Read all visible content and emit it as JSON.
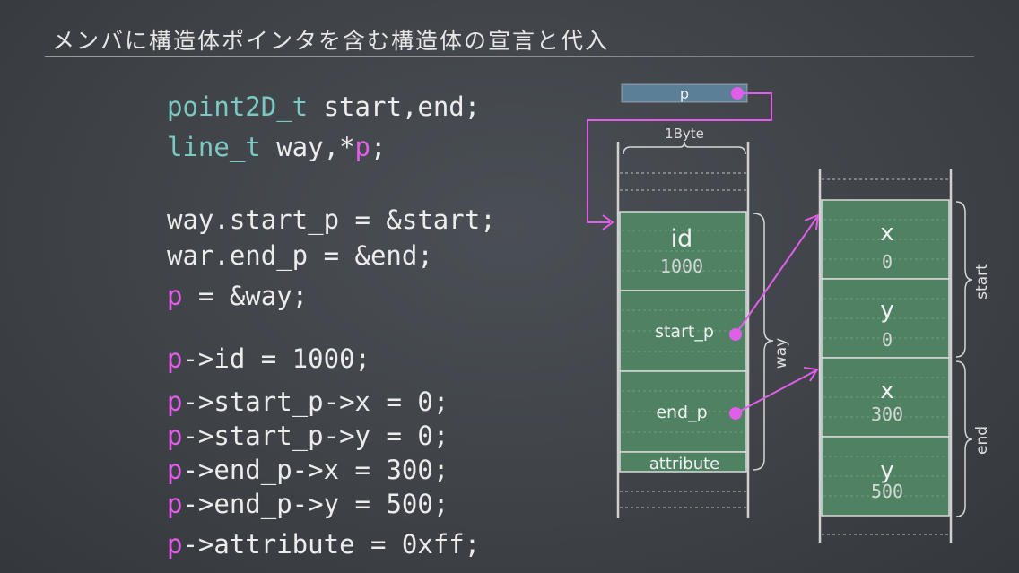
{
  "title": "メンバに構造体ポインタを含む構造体の宣言と代入",
  "code": {
    "decl1": {
      "type": "point2D_t",
      "rest": " start,end;"
    },
    "decl2": {
      "type": "line_t",
      "mid": " way,*",
      "ptr": "p",
      "end": ";"
    },
    "assign1": "way.start_p = &start;",
    "assign2": "war.end_p = &end;",
    "assign3": {
      "ptr": "p",
      "rest": " = &way;"
    },
    "stmt_id": {
      "ptr": "p",
      "rest": "->id = 1000;"
    },
    "stmt_sx": {
      "ptr": "p",
      "rest": "->start_p->x = 0;"
    },
    "stmt_sy": {
      "ptr": "p",
      "rest": "->start_p->y = 0;"
    },
    "stmt_ex": {
      "ptr": "p",
      "rest": "->end_p->x = 300;"
    },
    "stmt_ey": {
      "ptr": "p",
      "rest": "->end_p->y = 500;"
    },
    "stmt_attr": {
      "ptr": "p",
      "rest": "->attribute = 0xff;"
    }
  },
  "diagram": {
    "p_label": "p",
    "byte_label": "1Byte",
    "way_fields": {
      "id": "id",
      "id_value": "1000",
      "start_p": "start_p",
      "end_p": "end_p",
      "attribute": "attribute"
    },
    "point_fields": {
      "start_x": "x",
      "start_x_value": "0",
      "start_y": "y",
      "start_y_value": "0",
      "end_x": "x",
      "end_x_value": "300",
      "end_y": "y",
      "end_y_value": "500"
    },
    "brace_labels": {
      "way": "way",
      "start": "start",
      "end": "end"
    }
  },
  "colors": {
    "background": "#3f4348",
    "type_color": "#7cc9c2",
    "pointer_color": "#e15ee8",
    "cell_green": "#4f8163",
    "p_box": "#5a7f96"
  }
}
